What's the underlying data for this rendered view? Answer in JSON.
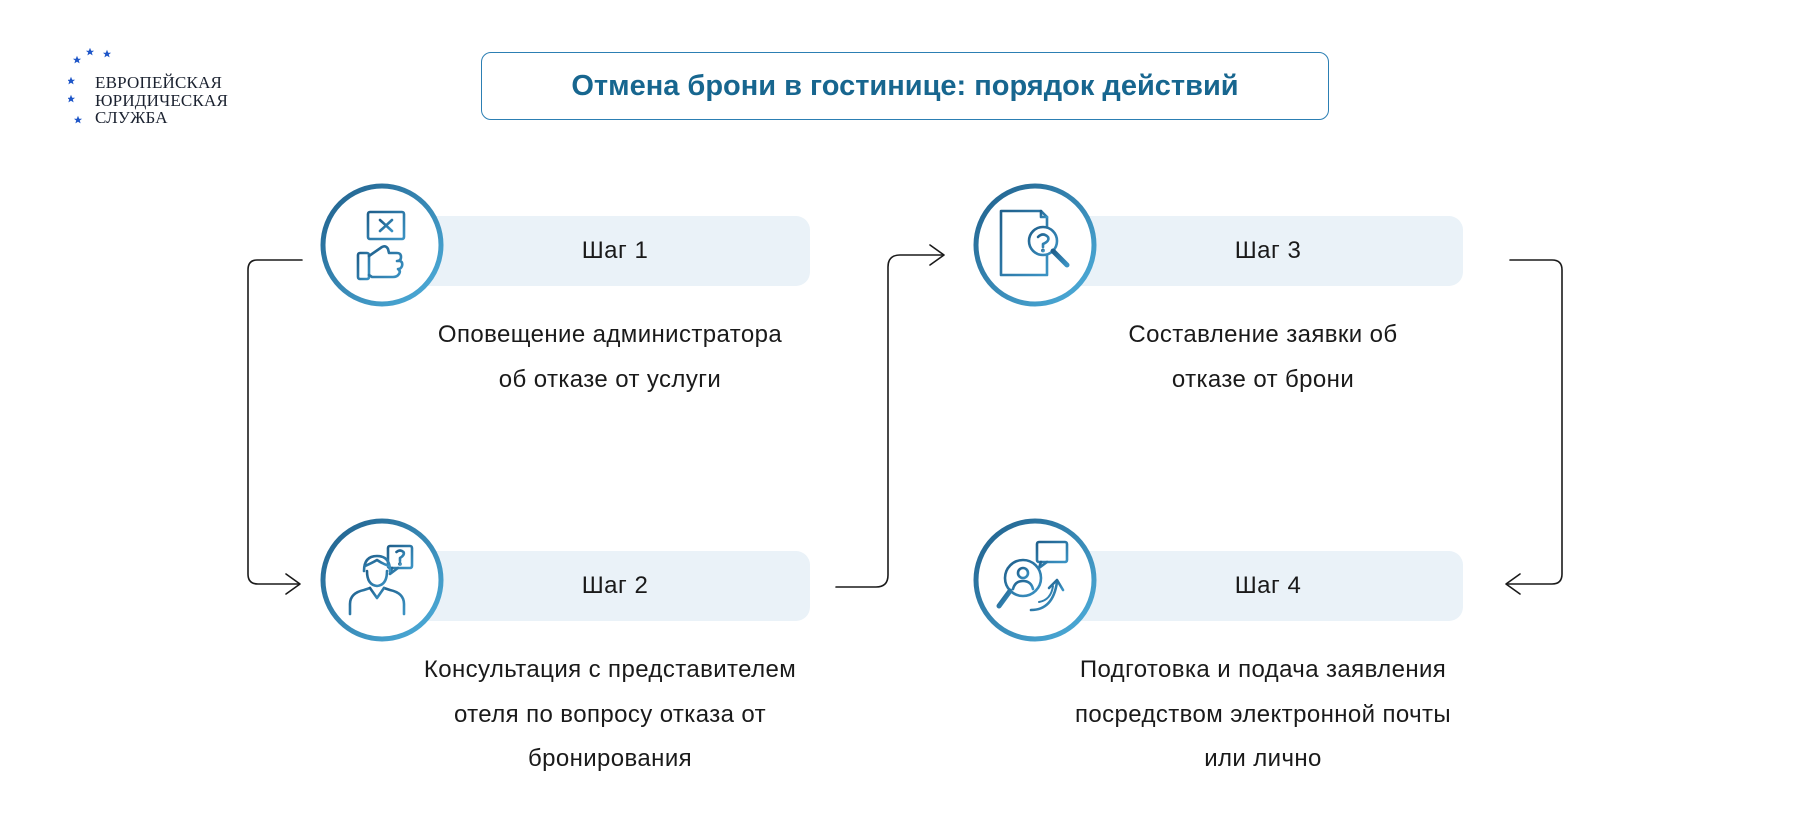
{
  "logo": {
    "lines": [
      "ЕВРОПЕЙСКАЯ",
      "ЮРИДИЧЕСКАЯ",
      "СЛУЖБА"
    ]
  },
  "title": "Отмена брони в гостинице: порядок действий",
  "steps": [
    {
      "label": "Шаг 1",
      "icon": "hand-holding-cancel-sign-icon",
      "description": [
        "Оповещение администратора",
        "об отказе от услуги"
      ]
    },
    {
      "label": "Шаг 2",
      "icon": "consultant-question-icon",
      "description": [
        "Консультация с представителем",
        "отеля по вопросу отказа от",
        "бронирования"
      ]
    },
    {
      "label": "Шаг 3",
      "icon": "document-search-icon",
      "description": [
        "Составление заявки об",
        "отказе от брони"
      ]
    },
    {
      "label": "Шаг 4",
      "icon": "user-search-email-icon",
      "description": [
        "Подготовка и подача заявления",
        "посредством электронной почты",
        "или лично"
      ]
    }
  ],
  "colors": {
    "accent": "#17668f",
    "circle_gradient_start": "#1f5f8b",
    "circle_gradient_end": "#4fb0dd",
    "bar_background": "#eaf2f8",
    "logo_stars": "#1e56c8"
  }
}
